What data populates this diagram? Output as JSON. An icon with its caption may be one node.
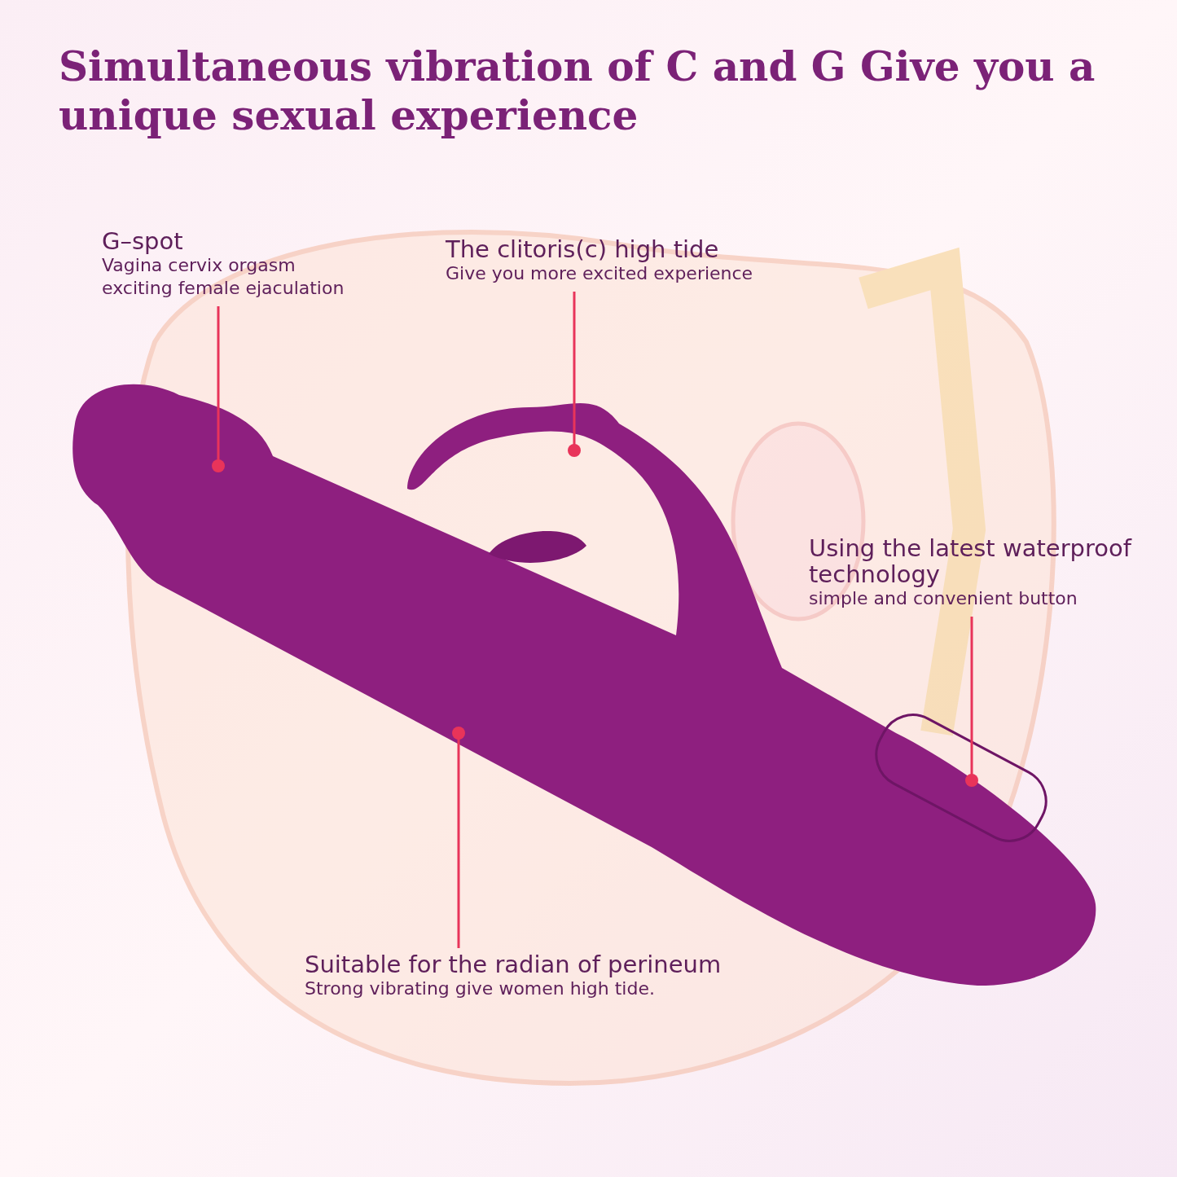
{
  "diagram": {
    "title": "Simultaneous vibration of C and G Give you a unique sexual experience",
    "nodes": [
      {
        "text": [
          "G–spot",
          "Vagina cervix orgasm exciting female ejaculation"
        ]
      },
      {
        "text": [
          "The clitoris(c) high tide",
          "Give you more excited experience"
        ]
      },
      {
        "text": [
          "Using the latest waterproof technology",
          "simple and convenient button"
        ]
      },
      {
        "text": [
          "Suitable for the radian of perineum",
          "Strong vibrating give women high tide."
        ]
      }
    ],
    "edges": [
      {
        "from": 0,
        "to": null,
        "arrow": "other"
      },
      {
        "from": 1,
        "to": null,
        "arrow": "other"
      },
      {
        "from": 2,
        "to": null,
        "arrow": "other"
      },
      {
        "from": 3,
        "to": null,
        "arrow": "other"
      }
    ]
  }
}
